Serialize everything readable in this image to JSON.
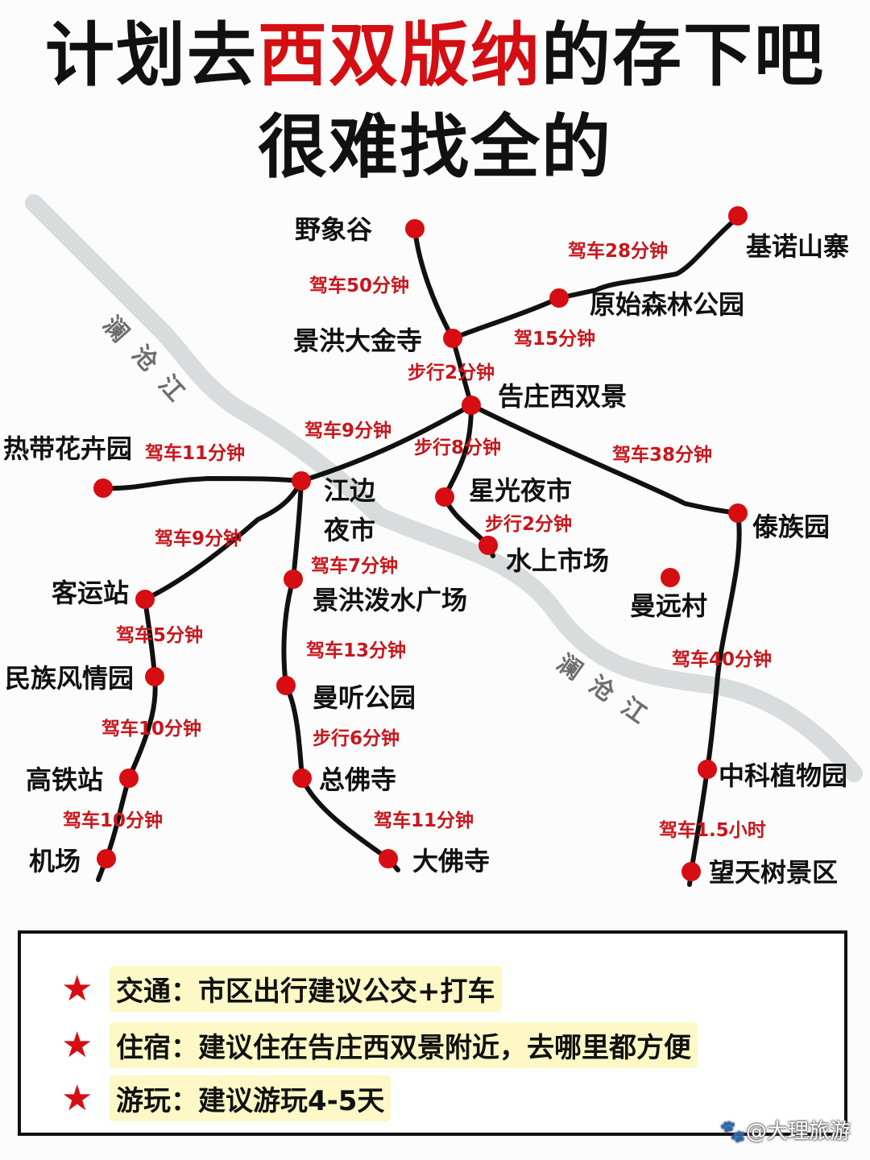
{
  "title": {
    "line1_prefix": "计划去",
    "line1_accent": "西双版纳",
    "line1_suffix": "的存下吧",
    "line2": "很难找全的"
  },
  "colors": {
    "accent_red": "#d30f14",
    "stop_red": "#d60d12",
    "time_red": "#c8161c",
    "route_black": "#111111",
    "river_gray": "#d9dcdd",
    "tip_highlight": "#fdf8c6"
  },
  "map": {
    "river": {
      "name_upper": [
        "澜",
        "沧",
        "江"
      ],
      "name_lower": [
        "澜",
        "沧",
        "江"
      ]
    },
    "places": {
      "yexianggu": "野象谷",
      "jinuo": "基诺山寨",
      "yuanshi": "原始森林公园",
      "dajinsi": "景洪大金寺",
      "gaozhuang": "告庄西双景",
      "redai": "热带花卉园",
      "jiangbian_1": "江边",
      "jiangbian_2": "夜市",
      "xingguang": "星光夜市",
      "shuishang": "水上市场",
      "daizu": "傣族园",
      "manyuan": "曼远村",
      "keyun": "客运站",
      "poshui": "景洪泼水广场",
      "minzu": "民族风情园",
      "manting": "曼听公园",
      "gaotie": "高铁站",
      "zongfo": "总佛寺",
      "jichang": "机场",
      "dafo": "大佛寺",
      "zhongke": "中科植物园",
      "wangtian": "望天树景区"
    },
    "times": {
      "yexianggu_dajinsi": "驾车50分钟",
      "jinuo_yuanshi": "驾车28分钟",
      "yuanshi_dajinsi": "驾15分钟",
      "dajinsi_gaozhuang": "步行2分钟",
      "gaozhuang_jiangbian": "驾车9分钟",
      "gaozhuang_xingguang": "步行8分钟",
      "gaozhuang_daizu": "驾车38分钟",
      "redai_jiangbian": "驾车11分钟",
      "xingguang_shuishang": "步行2分钟",
      "jiangbian_keyun": "驾车9分钟",
      "jiangbian_poshui": "驾车7分钟",
      "keyun_minzu": "驾车5分钟",
      "poshui_manting": "驾车13分钟",
      "daizu_zhongke": "驾车40分钟",
      "minzu_gaotie": "驾车10分钟",
      "manting_zongfo": "步行6分钟",
      "gaotie_jichang": "驾车10分钟",
      "zongfo_dafo": "驾车11分钟",
      "zhongke_wangtian": "驾车1.5小时"
    }
  },
  "tips": [
    {
      "text": "交通：市区出行建议公交+打车"
    },
    {
      "text": "住宿：建议住在告庄西双景附近，去哪里都方便"
    },
    {
      "text": "游玩：建议游玩4-5天"
    }
  ],
  "watermark": "@大理旅游"
}
